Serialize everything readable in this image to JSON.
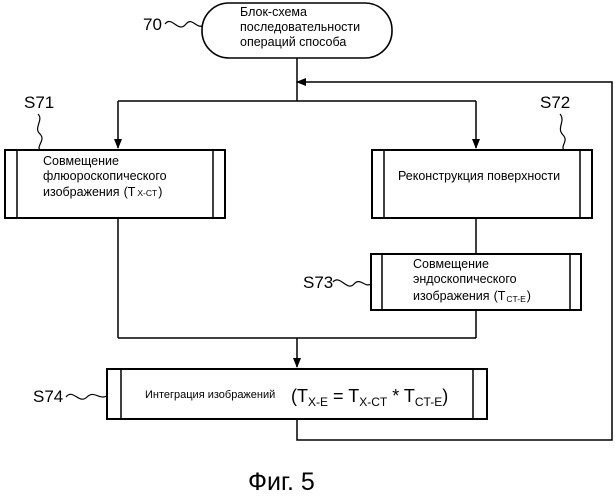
{
  "start": {
    "ref": "70",
    "lines": [
      "Блок-схема",
      "последовательности",
      "операций способа"
    ]
  },
  "s71": {
    "ref": "S71",
    "lines": [
      "Совмещение",
      "флюороскопического"
    ],
    "line3": "изображения",
    "sym": "(T",
    "sub": "X-CT",
    "close": ")"
  },
  "s72": {
    "ref": "S72",
    "label": "Реконструкция поверхности"
  },
  "s73": {
    "ref": "S73",
    "lines": [
      "Совмещение",
      "эндоскопического"
    ],
    "line3": "изображения",
    "sym": "(T",
    "sub": "CT-E",
    "close": ")"
  },
  "s74": {
    "ref": "S74",
    "label": "Интеграция изображений",
    "formula": {
      "open": "(T",
      "sub1": "X-E",
      "eq": " = T",
      "sub2": "X-CT",
      "mul": " * T",
      "sub3": "CT-E",
      "close": ")"
    }
  },
  "caption": "Фиг. 5"
}
